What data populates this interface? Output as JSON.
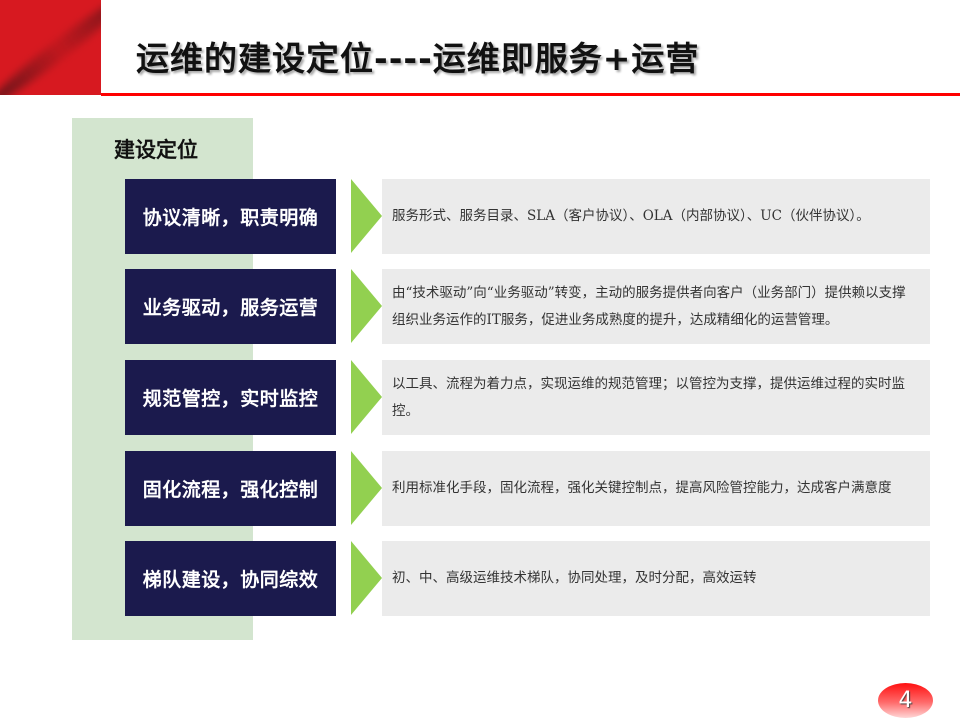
{
  "slide": {
    "title": "运维的建设定位----运维即服务+运营",
    "page_number": "4"
  },
  "panel": {
    "heading": "建设定位",
    "items": [
      {
        "label": "协议清晰，职责明确",
        "description": "服务形式、服务目录、SLA（客户协议）、OLA（内部协议）、UC（伙伴协议）。"
      },
      {
        "label": "业务驱动，服务运营",
        "description": "由“技术驱动”向“业务驱动”转变，主动的服务提供者向客户（业务部门）提供赖以支撑组织业务运作的IT服务，促进业务成熟度的提升，达成精细化的运营管理。"
      },
      {
        "label": "规范管控，实时监控",
        "description": "以工具、流程为着力点，实现运维的规范管理；以管控为支撑，提供运维过程的实时监控。"
      },
      {
        "label": "固化流程，强化控制",
        "description": "利用标准化手段，固化流程，强化关键控制点，提高风险管控能力，达成客户满意度"
      },
      {
        "label": "梯队建设，协同综效",
        "description": "初、中、高级运维技术梯队，协同处理，及时分配，高效运转"
      }
    ]
  },
  "colors": {
    "brand_red": "#d71920",
    "rule_red": "#ff0000",
    "panel_green": "#d3e5cf",
    "navy": "#1b1a4d",
    "arrow_green": "#92d050",
    "desc_bg": "#ebebeb"
  }
}
